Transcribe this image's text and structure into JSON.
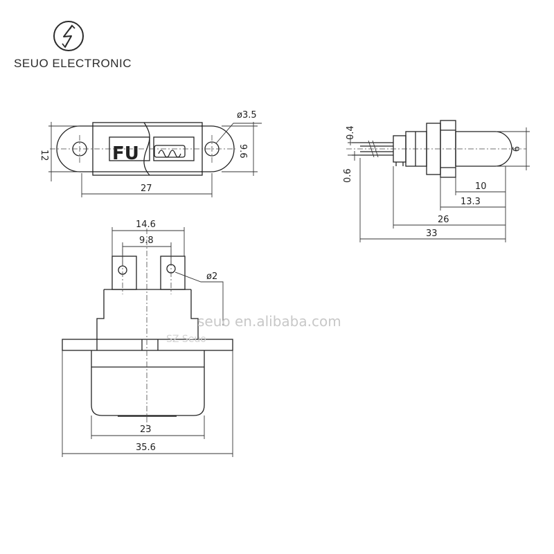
{
  "brand": {
    "logo_icon": "lightning-bolt-circle-icon",
    "name": "SEUO ELECTRONIC"
  },
  "watermark": {
    "text": "seuo en.alibaba.com",
    "text2": "SZ Seuo"
  },
  "top_view": {
    "fuse_label": "FU",
    "dims": {
      "height": "12",
      "length": "27",
      "inner_height": "9.6",
      "hole_dia": "ø3.5"
    }
  },
  "side_view": {
    "dims": {
      "t1": "0.4",
      "t2": "0.6",
      "cap_dia": "9",
      "d10": "10",
      "d13": "13.3",
      "d26": "26",
      "d33": "33"
    }
  },
  "front_view": {
    "dims": {
      "outer_spacing": "14.6",
      "inner_spacing": "9.8",
      "hole_dia": "ø2",
      "body_width": "23",
      "overall_width": "35.6"
    }
  }
}
